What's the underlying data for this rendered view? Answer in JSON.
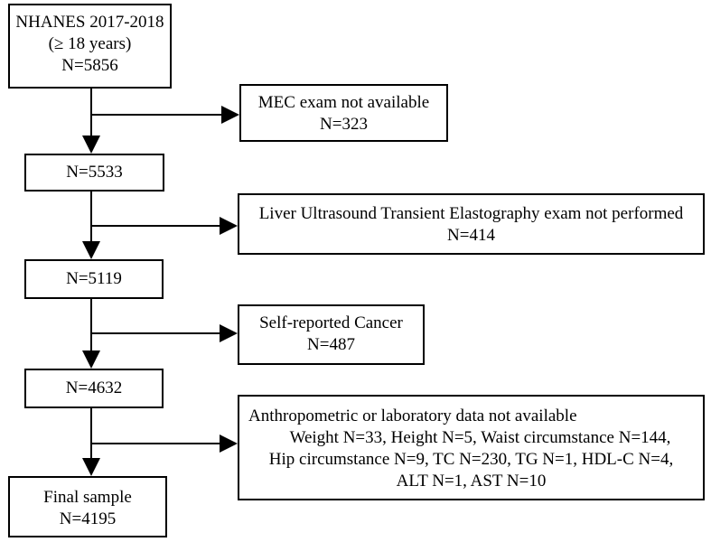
{
  "main": [
    {
      "lines": [
        "NHANES 2017-2018",
        "(≥ 18 years)",
        "N=5856"
      ]
    },
    {
      "lines": [
        "N=5533"
      ]
    },
    {
      "lines": [
        "N=5119"
      ]
    },
    {
      "lines": [
        "N=4632"
      ]
    },
    {
      "lines": [
        "Final sample",
        "N=4195"
      ]
    }
  ],
  "exclusions": [
    {
      "lines": [
        "MEC exam not available",
        "N=323"
      ]
    },
    {
      "lines": [
        "Liver Ultrasound Transient Elastography exam not performed",
        "N=414"
      ]
    },
    {
      "lines": [
        "Self-reported Cancer",
        "N=487"
      ]
    },
    {
      "lines": [
        "Anthropometric or laboratory data not available",
        "Weight N=33, Height N=5, Waist circumstance N=144,",
        "Hip circumstance N=9, TC N=230, TG N=1, HDL-C N=4,",
        "ALT N=1, AST N=10"
      ]
    }
  ]
}
